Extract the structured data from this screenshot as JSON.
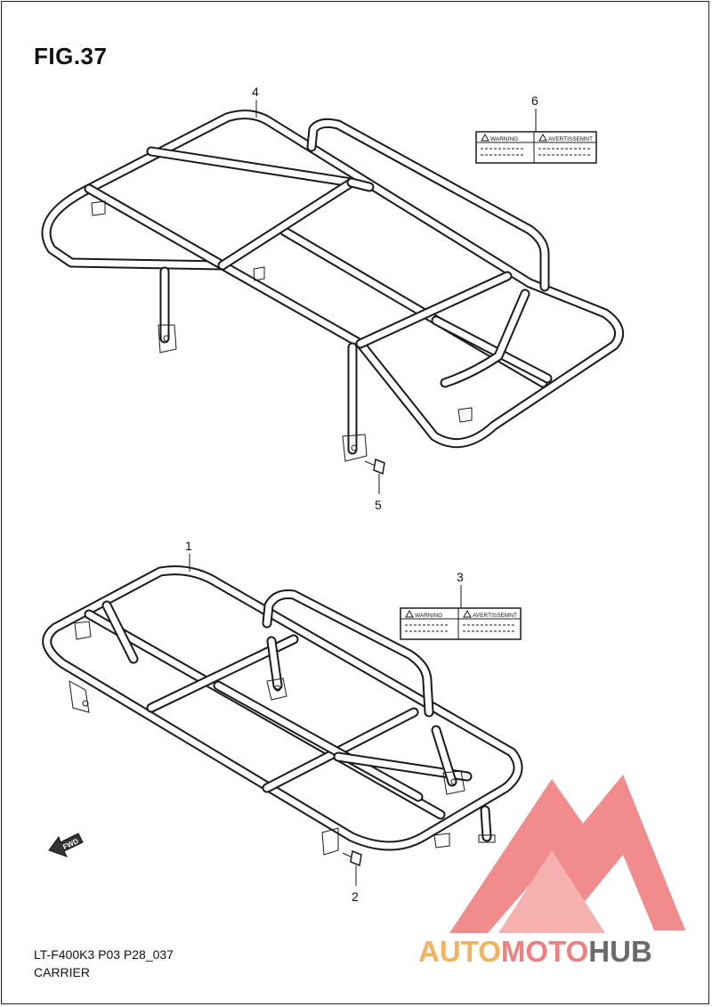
{
  "figure": {
    "title": "FIG.37",
    "reference_code": "LT-F400K3  P03  P28_037",
    "group_name": "CARRIER"
  },
  "callouts": [
    "1",
    "2",
    "3",
    "4",
    "5",
    "6"
  ],
  "labels": {
    "warning": "WARNING",
    "avertissement": "AVERTISSEMNT"
  },
  "fwd_arrow": "FWD",
  "watermark": {
    "part1": "AUTO",
    "part2": "MOTO",
    "part3": "HUB",
    "colors": {
      "auto": "#f7b15a",
      "moto": "#f08080",
      "hub": "#6b6b6b",
      "logo": "#f07878"
    }
  }
}
